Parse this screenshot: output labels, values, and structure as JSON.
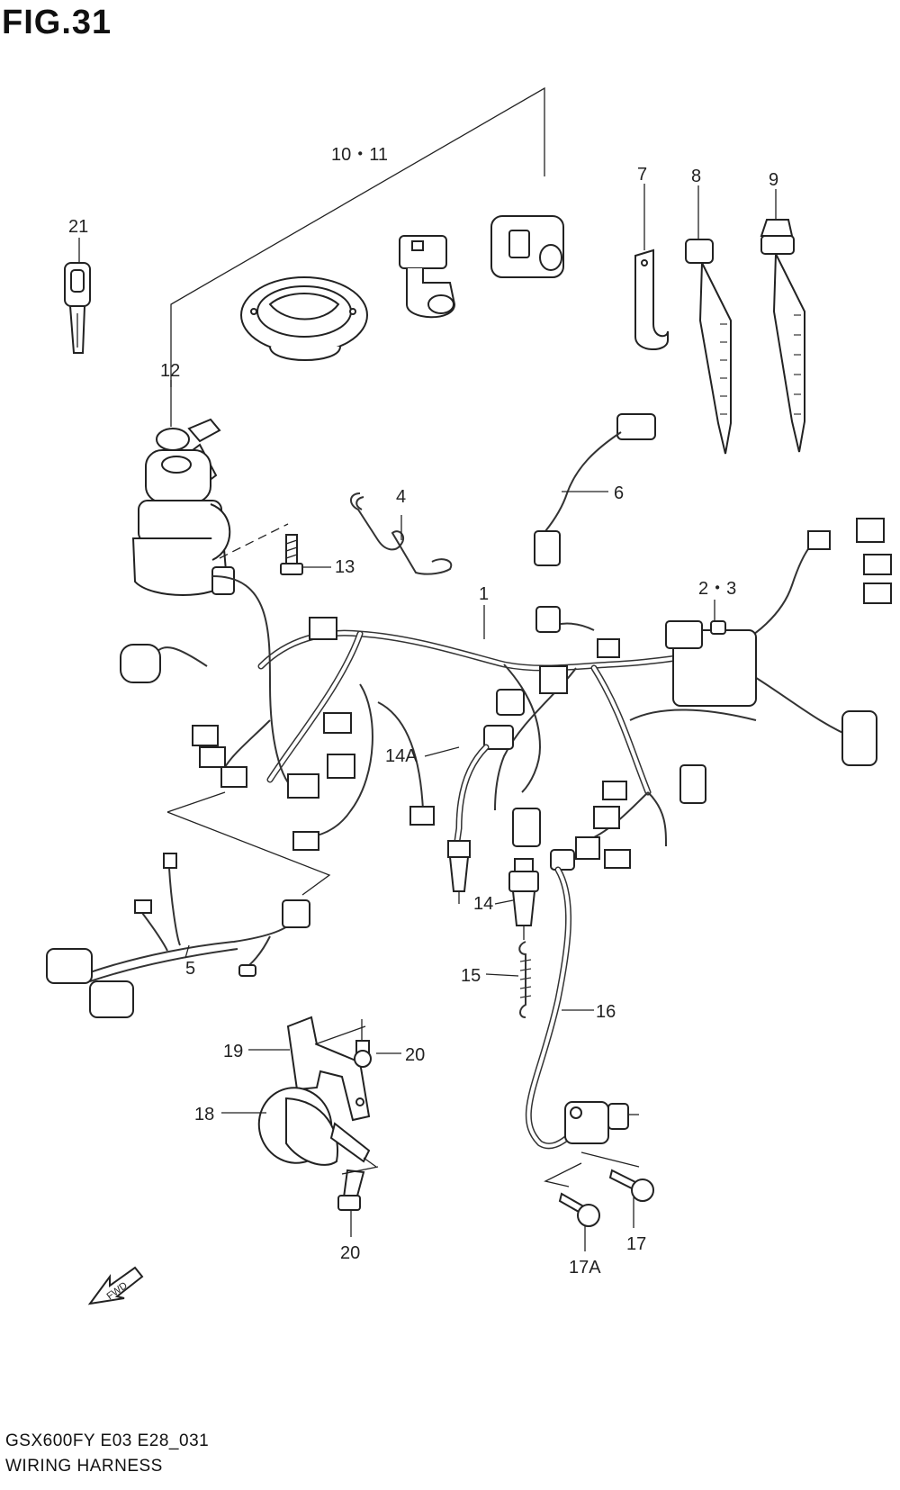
{
  "figure_title": "FIG.31",
  "footer": {
    "code": "GSX600FY E03 E28_031",
    "name": "WIRING HARNESS"
  },
  "fwd_label": "FWD",
  "callouts": {
    "c1": "1",
    "c2_3": "2・3",
    "c4": "4",
    "c5": "5",
    "c6": "6",
    "c7": "7",
    "c8": "8",
    "c9": "9",
    "c10_11": "10・11",
    "c12": "12",
    "c13": "13",
    "c14": "14",
    "c14a": "14A",
    "c15": "15",
    "c16": "16",
    "c17": "17",
    "c17a": "17A",
    "c18": "18",
    "c19": "19",
    "c20a": "20",
    "c20b": "20",
    "c21": "21"
  }
}
